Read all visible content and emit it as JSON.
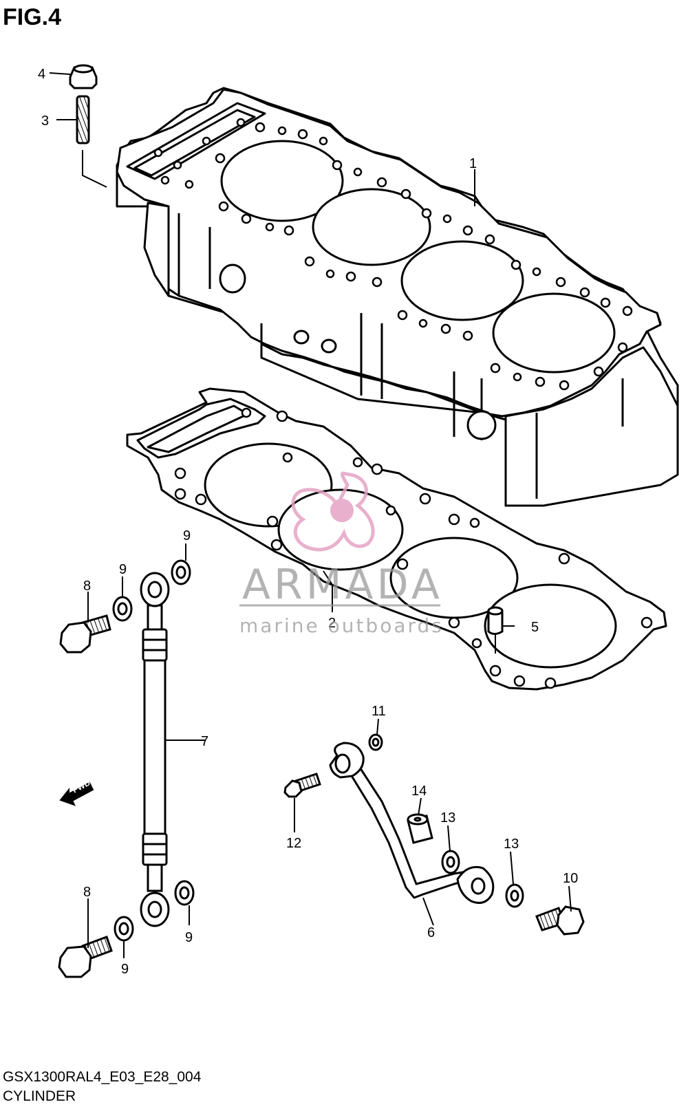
{
  "figure": {
    "title": "FIG.4"
  },
  "footer": {
    "code": "GSX1300RAL4_E03_E28_004",
    "name": "CYLINDER"
  },
  "fwd_label": "FWD",
  "watermark": {
    "brand": "ARMADA",
    "tagline": "marine outboards",
    "logo_color": "#e4a3c4"
  },
  "callouts": {
    "c1": "1",
    "c2": "2",
    "c3": "3",
    "c4": "4",
    "c5": "5",
    "c6": "6",
    "c7": "7",
    "c8a": "8",
    "c8b": "8",
    "c9a": "9",
    "c9b": "9",
    "c9c": "9",
    "c9d": "9",
    "c10": "10",
    "c11": "11",
    "c12": "12",
    "c13a": "13",
    "c13b": "13",
    "c14": "14"
  }
}
